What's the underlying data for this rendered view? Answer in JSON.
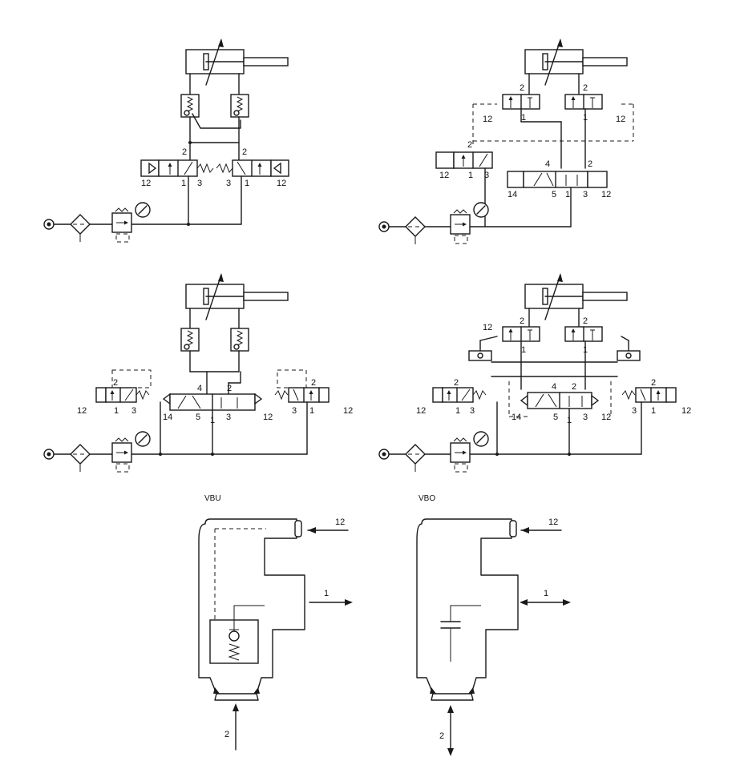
{
  "port_labels": {
    "p1": "1",
    "p2": "2",
    "p3": "3",
    "p4": "4",
    "p5": "5",
    "p12": "12",
    "p14": "14"
  },
  "lower": {
    "vbu_caption": "VBU",
    "vbo_caption": "VBO"
  }
}
